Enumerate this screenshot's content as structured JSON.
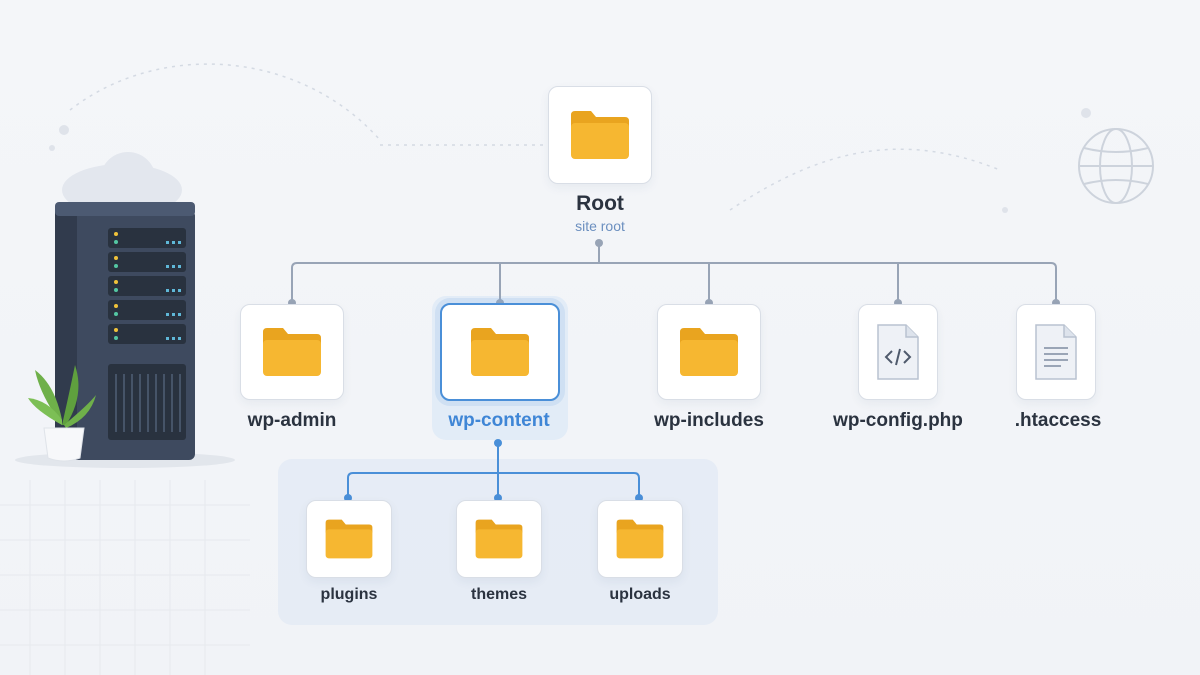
{
  "root": {
    "title": "Root",
    "subtitle": "site root"
  },
  "top_items": [
    {
      "label": "wp-admin",
      "kind": "folder"
    },
    {
      "label": "wp-content",
      "kind": "folder",
      "active": true
    },
    {
      "label": "wp-includes",
      "kind": "folder"
    },
    {
      "label": "wp-config.php",
      "kind": "code-file"
    },
    {
      "label": ".htaccess",
      "kind": "text-file"
    }
  ],
  "wp_content_children": [
    {
      "label": "plugins",
      "kind": "folder"
    },
    {
      "label": "themes",
      "kind": "folder"
    },
    {
      "label": "uploads",
      "kind": "folder"
    }
  ],
  "colors": {
    "folder": "#f6b731",
    "folder_tab": "#e9a41f",
    "connector": "#98a4b6",
    "active_accent": "#3f86d6",
    "server_body": "#3e4a5f"
  },
  "icons": [
    "server-icon",
    "plant-icon",
    "cloud-icon",
    "globe-icon",
    "folder-icon",
    "code-file-icon",
    "text-file-icon"
  ]
}
